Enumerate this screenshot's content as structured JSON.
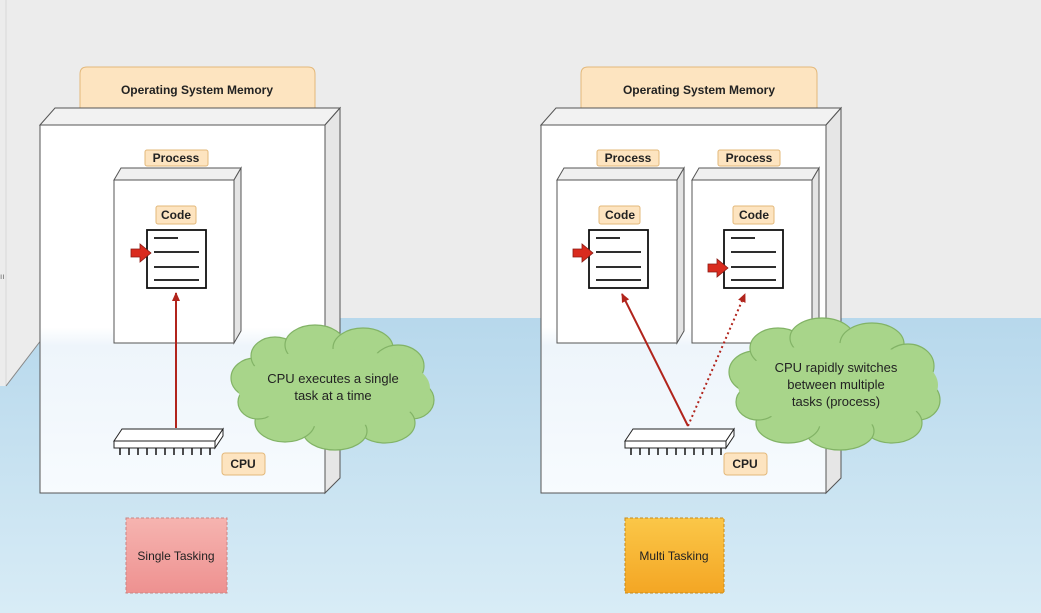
{
  "os_memory_label": "Operating System Memory",
  "process_label": "Process",
  "code_label": "Code",
  "cpu_label": "CPU",
  "single": {
    "cloud_line1": "CPU executes a single",
    "cloud_line2": "task at a time",
    "badge": "Single Tasking"
  },
  "multi": {
    "cloud_line1": "CPU rapidly switches",
    "cloud_line2": "between multiple",
    "cloud_line3": "tasks (process)",
    "badge": "Multi Tasking"
  },
  "stray_mark": "ıı",
  "colors": {
    "wall": "#ececec",
    "floor": "#c9e3f2",
    "tab_fill": "#fde4c0",
    "tab_stroke": "#e3b87a",
    "cloud_fill": "#a8d58a",
    "cloud_stroke": "#82b366",
    "arrow": "#b1241c",
    "single_badge": "#f0a0a0",
    "multi_badge": "#f5b12e"
  }
}
